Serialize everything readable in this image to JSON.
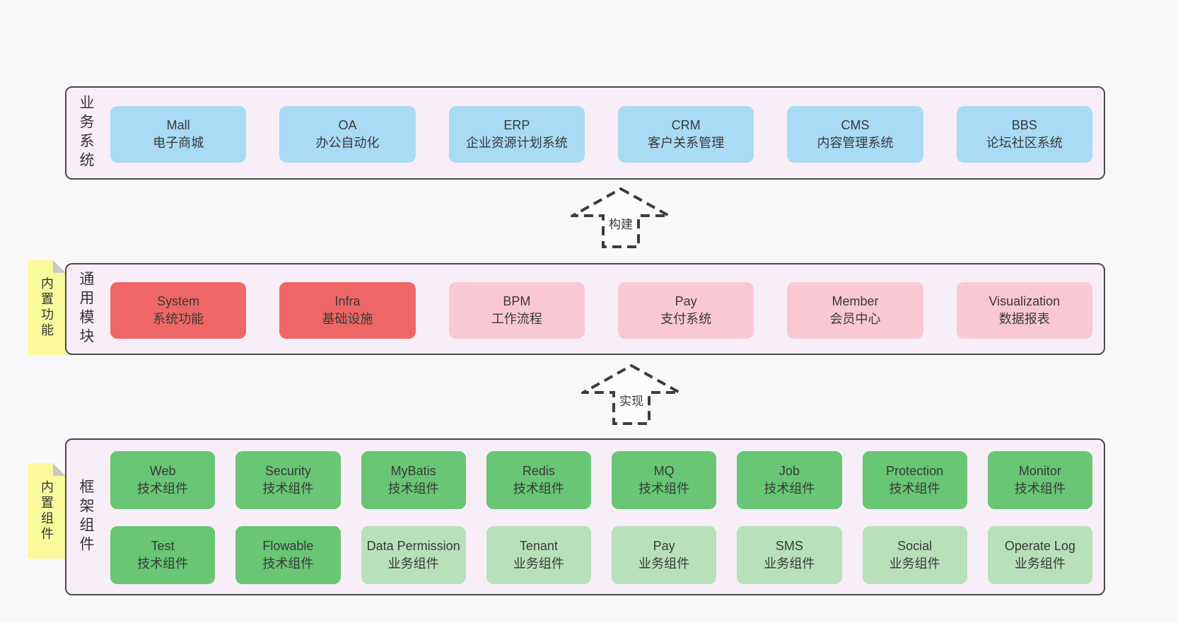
{
  "colors": {
    "page_bg": "#f8f8f8",
    "container_bg": "#f8eef7",
    "container_border": "#4a4a4a",
    "blue": "#a9dbf4",
    "red": "#ee6766",
    "pink": "#fac8d3",
    "green": "#68c674",
    "light_green": "#b8e1ba",
    "note_yellow": "#fafa9c",
    "note_fold": "#c8c8c8",
    "text": "#383838"
  },
  "arrows": [
    {
      "label": "构建"
    },
    {
      "label": "实现"
    }
  ],
  "layers": [
    {
      "label": "业务系统",
      "boxes": [
        {
          "title": "Mall",
          "subtitle": "电子商城",
          "color": "blue"
        },
        {
          "title": "OA",
          "subtitle": "办公自动化",
          "color": "blue"
        },
        {
          "title": "ERP",
          "subtitle": "企业资源计划系统",
          "color": "blue"
        },
        {
          "title": "CRM",
          "subtitle": "客户关系管理",
          "color": "blue"
        },
        {
          "title": "CMS",
          "subtitle": "内容管理系统",
          "color": "blue"
        },
        {
          "title": "BBS",
          "subtitle": "论坛社区系统",
          "color": "blue"
        }
      ]
    },
    {
      "label": "通用模块",
      "note": "内置功能",
      "boxes": [
        {
          "title": "System",
          "subtitle": "系统功能",
          "color": "red"
        },
        {
          "title": "Infra",
          "subtitle": "基础设施",
          "color": "red"
        },
        {
          "title": "BPM",
          "subtitle": "工作流程",
          "color": "pink"
        },
        {
          "title": "Pay",
          "subtitle": "支付系统",
          "color": "pink"
        },
        {
          "title": "Member",
          "subtitle": "会员中心",
          "color": "pink"
        },
        {
          "title": "Visualization",
          "subtitle": "数据报表",
          "color": "pink"
        }
      ]
    },
    {
      "label": "框架组件",
      "note": "内置组件",
      "rows": [
        [
          {
            "title": "Web",
            "subtitle": "技术组件",
            "color": "green"
          },
          {
            "title": "Security",
            "subtitle": "技术组件",
            "color": "green"
          },
          {
            "title": "MyBatis",
            "subtitle": "技术组件",
            "color": "green"
          },
          {
            "title": "Redis",
            "subtitle": "技术组件",
            "color": "green"
          },
          {
            "title": "MQ",
            "subtitle": "技术组件",
            "color": "green"
          },
          {
            "title": "Job",
            "subtitle": "技术组件",
            "color": "green"
          },
          {
            "title": "Protection",
            "subtitle": "技术组件",
            "color": "green"
          },
          {
            "title": "Monitor",
            "subtitle": "技术组件",
            "color": "green"
          }
        ],
        [
          {
            "title": "Test",
            "subtitle": "技术组件",
            "color": "green"
          },
          {
            "title": "Flowable",
            "subtitle": "技术组件",
            "color": "green"
          },
          {
            "title": "Data Permission",
            "subtitle": "业务组件",
            "color": "lightgreen"
          },
          {
            "title": "Tenant",
            "subtitle": "业务组件",
            "color": "lightgreen"
          },
          {
            "title": "Pay",
            "subtitle": "业务组件",
            "color": "lightgreen"
          },
          {
            "title": "SMS",
            "subtitle": "业务组件",
            "color": "lightgreen"
          },
          {
            "title": "Social",
            "subtitle": "业务组件",
            "color": "lightgreen"
          },
          {
            "title": "Operate Log",
            "subtitle": "业务组件",
            "color": "lightgreen"
          }
        ]
      ]
    }
  ]
}
